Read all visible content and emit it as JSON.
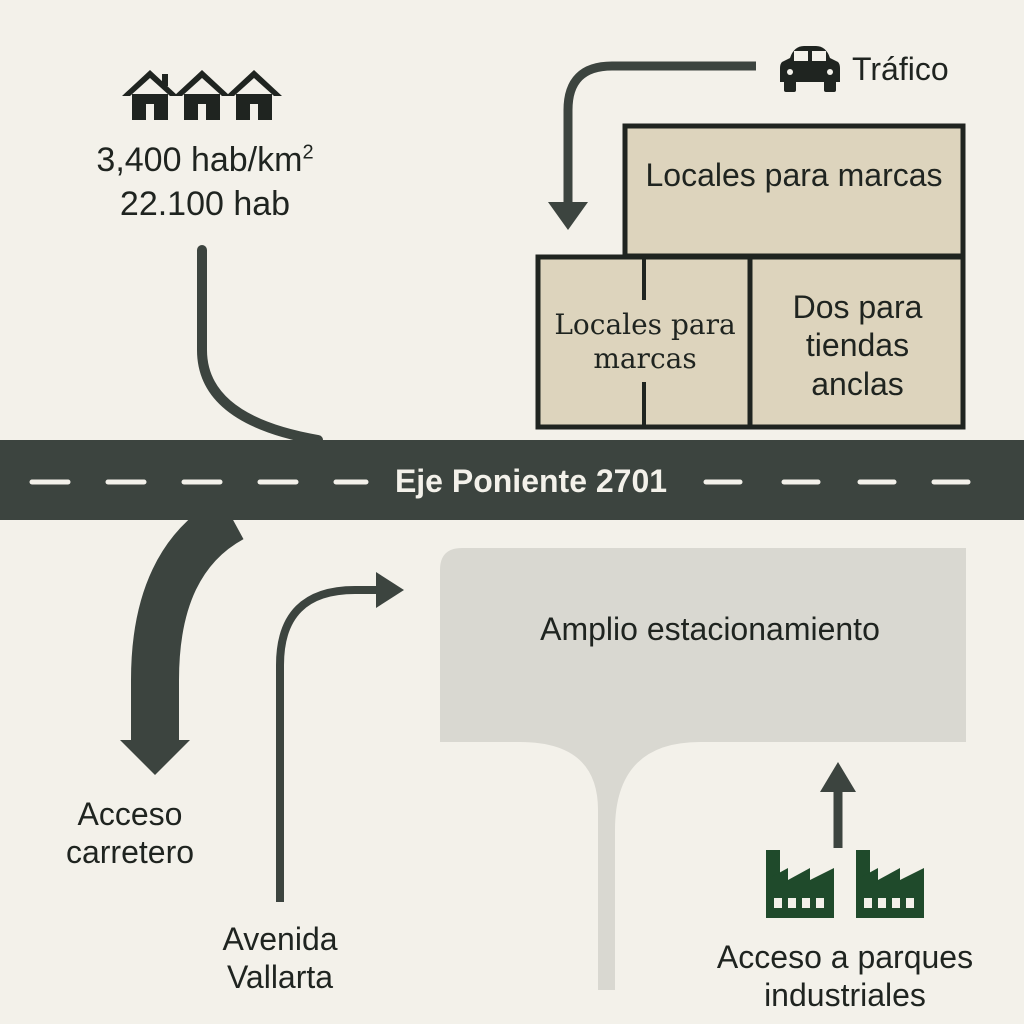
{
  "population": {
    "density": "3,400 hab/km",
    "density_sup": "2",
    "total": "22.100 hab"
  },
  "traffic": {
    "label": "Tráfico"
  },
  "stores": {
    "top": "Locales para marcas",
    "left": "Locales para marcas",
    "anchors": "Dos para tiendas anclas"
  },
  "road": {
    "name": "Eje Poniente 2701"
  },
  "parking": {
    "label": "Amplio estacionamiento"
  },
  "access_road": {
    "label": "Acceso carretero"
  },
  "avenue": {
    "label": "Avenida Vallarta"
  },
  "industrial": {
    "label": "Acceso a parques industriales"
  },
  "colors": {
    "background": "#f3f1ea",
    "road": "#3c443f",
    "store_fill": "#ddd4bd",
    "parking": "#d9d8d1",
    "industry_green": "#1f4a2b"
  },
  "icons": [
    "houses-icon",
    "car-icon",
    "factory-icon"
  ]
}
